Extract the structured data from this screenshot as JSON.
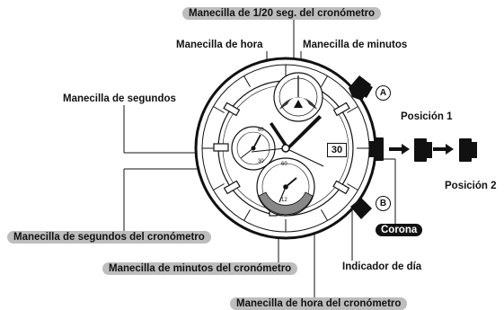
{
  "labels": {
    "sub20": "Manecilla de 1/20 seg. del cronómetro",
    "hour": "Manecilla de hora",
    "minutes": "Manecilla de minutos",
    "seconds": "Manecilla de segundos",
    "position1": "Posición 1",
    "position2": "Posición 2",
    "chrono_seconds": "Manecilla de segundos del cronómetro",
    "chrono_minutes": "Manecilla de minutos del cronómetro",
    "chrono_hour": "Manecilla de hora del cronómetro",
    "day_indicator": "Indicador de día",
    "crown": "Corona"
  },
  "buttons": {
    "a": "A",
    "b": "B"
  },
  "dial": {
    "date": "30",
    "left_subdial": [
      "60",
      "30"
    ],
    "bottom_subdial": [
      "60",
      "12"
    ]
  },
  "colors": {
    "label_pill": "#bdbdbd",
    "ink": "#111111"
  }
}
